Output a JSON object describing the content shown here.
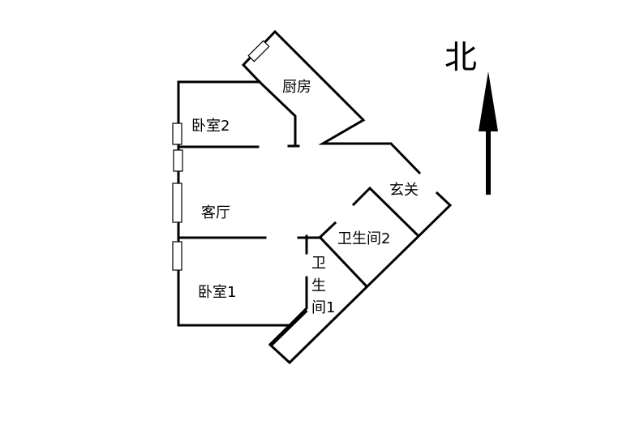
{
  "rooms": {
    "kitchen": "厨房",
    "bedroom2": "卧室2",
    "living_room": "客厅",
    "entrance": "玄关",
    "bathroom2": "卫生间2",
    "bathroom1_chars": [
      "卫",
      "生",
      "间1"
    ],
    "bedroom1": "卧室1"
  },
  "compass": {
    "north_label": "北"
  },
  "colors": {
    "line": "#000000",
    "background": "#ffffff"
  }
}
